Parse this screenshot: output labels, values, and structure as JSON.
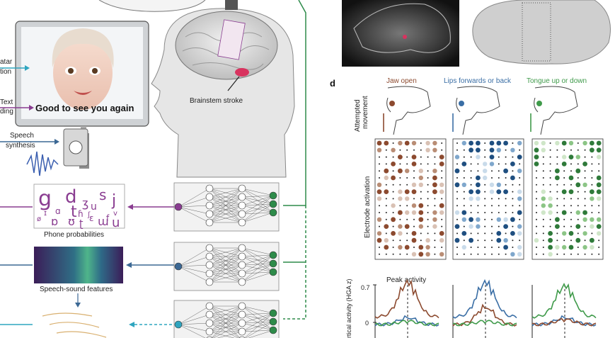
{
  "left_panel": {
    "avatar_label_partial": "atar",
    "animation_label_partial": "tion",
    "text_label_partial": "Text",
    "decoding_label_partial": "ding",
    "monitor_caption": "Good to see you again",
    "speech_synthesis_label": "Speech\nsynthesis",
    "brainstem_label": "Brainstem stroke",
    "phone_probabilities_label": "Phone probabilities",
    "speech_sound_label": "Speech-sound features",
    "phone_glyphs": [
      "g",
      "d",
      "ʒ",
      "u",
      "s",
      "j",
      "ɪ",
      "ɑ",
      "ø",
      "ɒ",
      "ʊ",
      "ʈ",
      "ɛ",
      "ɯ",
      "f",
      "v",
      "ɦ",
      "t",
      "ʃ",
      "u"
    ]
  },
  "panel_d": {
    "letter": "d",
    "column_titles": [
      "Jaw open",
      "Lips forwards or back",
      "Tongue up or down"
    ],
    "attempted_movement_label": "Attempted movement",
    "electrode_activation_label": "Electrode activation",
    "peak_activity_label": "Peak activity",
    "cortical_activity_label": "rtical activity (HGA z)",
    "ytick_top": "0.7",
    "ytick_zero": "0"
  },
  "colors": {
    "jaw": "#8c4a2f",
    "lips": "#3a6ea5",
    "tongue": "#3f9a4a",
    "purple_path": "#8a3d91",
    "blue_path": "#3b6894",
    "teal_path": "#2fa5bf",
    "green_path": "#2e8b4a",
    "stroke_red": "#d8335f"
  }
}
